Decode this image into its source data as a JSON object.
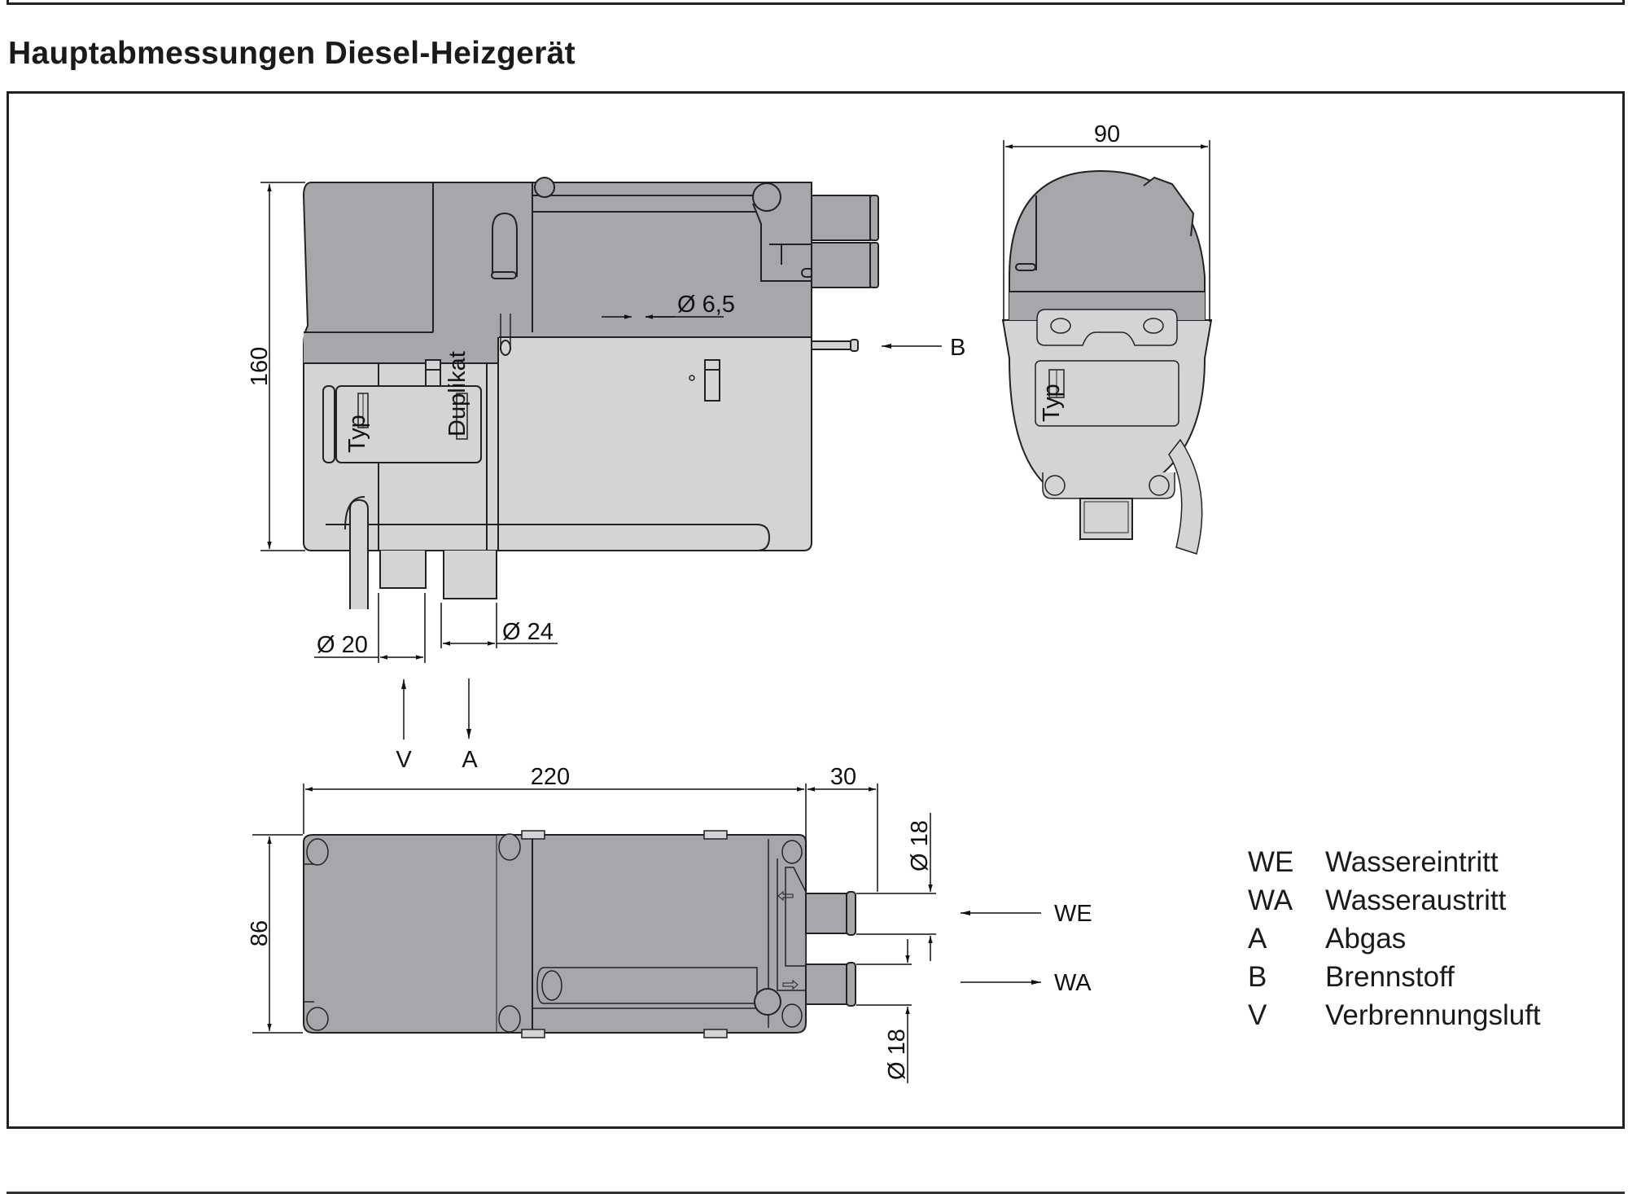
{
  "header": {
    "title": "Hauptabmessungen Diesel-Heizgerät"
  },
  "side_view": {
    "height_dim": "160",
    "fuel_pipe_dim": "Ø 6,5",
    "fuel_label": "B",
    "intake_dim": "Ø 20",
    "exhaust_dim": "Ø 24",
    "intake_label": "V",
    "exhaust_label": "A",
    "plate_label_type": "Typ",
    "plate_label_duplicate": "Duplikat"
  },
  "end_view": {
    "width_dim": "90",
    "plate_label_type": "Typ"
  },
  "top_view": {
    "length_dim": "220",
    "stub_length_dim": "30",
    "depth_dim": "86",
    "water_in_dim": "Ø 18",
    "water_out_dim": "Ø 18",
    "water_in_label": "WE",
    "water_out_label": "WA"
  },
  "legend": [
    {
      "key": "WE",
      "desc": "Wassereintritt"
    },
    {
      "key": "WA",
      "desc": "Wasseraustritt"
    },
    {
      "key": "A",
      "desc": "Abgas"
    },
    {
      "key": "B",
      "desc": "Brennstoff"
    },
    {
      "key": "V",
      "desc": "Verbrennungsluft"
    }
  ],
  "colors": {
    "body_dark": "#a5a7aa",
    "body_light": "#d3d4d6",
    "line": "#222222"
  }
}
